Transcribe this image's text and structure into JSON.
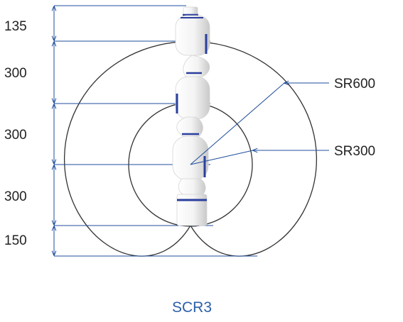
{
  "dimensions": [
    "135",
    "300",
    "300",
    "300",
    "150"
  ],
  "callouts": {
    "outer": "SR600",
    "inner": "SR300"
  },
  "caption": "SCR3",
  "colors": {
    "accent": "#1f4e9c",
    "envelope": "#333333",
    "text": "#222222",
    "robot_body": "#f2f2f2",
    "robot_shade": "#cfcfcf",
    "robot_band": "#2a3f9e"
  }
}
